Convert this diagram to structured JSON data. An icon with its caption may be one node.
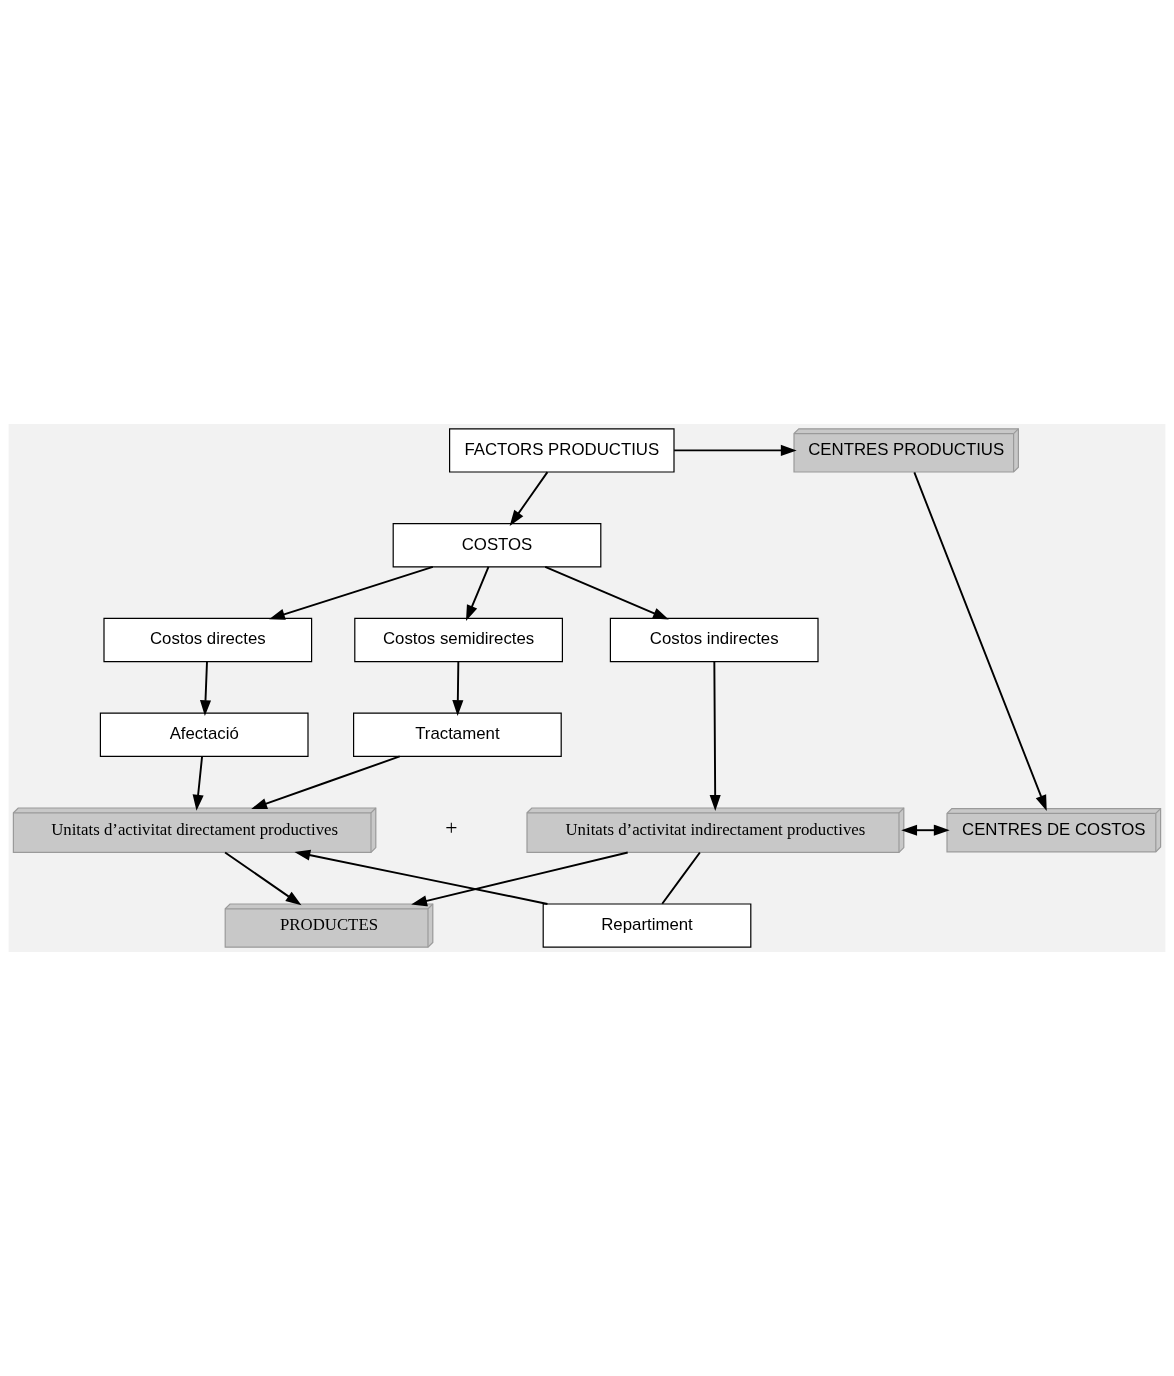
{
  "diagram": {
    "nodes": [
      {
        "text": [
          "FACTORS PRODUCTIUS"
        ]
      },
      {
        "text": [
          "CENTRES PRODUCTIUS"
        ]
      },
      {
        "text": [
          "COSTOS"
        ]
      },
      {
        "text": [
          "Costos directes"
        ]
      },
      {
        "text": [
          "Costos semidirectes"
        ]
      },
      {
        "text": [
          "Costos indirectes"
        ]
      },
      {
        "text": [
          "Afectació"
        ]
      },
      {
        "text": [
          "Tractament"
        ]
      },
      {
        "text": [
          "Unitats d’activitat directament productives"
        ]
      },
      {
        "text": [
          "Unitats d’activitat indirectament productives"
        ]
      },
      {
        "text": [
          "CENTRES DE COSTOS"
        ]
      },
      {
        "text": [
          "Repartiment"
        ]
      },
      {
        "text": [
          "PRODUCTES"
        ]
      }
    ],
    "edges": [
      {
        "from": 0,
        "to": 1,
        "arrow": "to"
      },
      {
        "from": 0,
        "to": 2,
        "arrow": "to"
      },
      {
        "from": 1,
        "to": 10,
        "arrow": "to"
      },
      {
        "from": 2,
        "to": 3,
        "arrow": "to"
      },
      {
        "from": 2,
        "to": 4,
        "arrow": "to"
      },
      {
        "from": 2,
        "to": 5,
        "arrow": "to"
      },
      {
        "from": 3,
        "to": 6,
        "arrow": "to"
      },
      {
        "from": 4,
        "to": 7,
        "arrow": "to"
      },
      {
        "from": 6,
        "to": 8,
        "arrow": "to"
      },
      {
        "from": 7,
        "to": 8,
        "arrow": "to"
      },
      {
        "from": 5,
        "to": 9,
        "arrow": "to"
      },
      {
        "from": 9,
        "to": 10,
        "arrow": "both"
      },
      {
        "from": 9,
        "to": 11,
        "arrow": "none"
      },
      {
        "from": 11,
        "to": 8,
        "arrow": "to"
      },
      {
        "from": 9,
        "to": 12,
        "arrow": "to"
      },
      {
        "from": 8,
        "to": 12,
        "arrow": "to"
      }
    ],
    "labels": [
      "+"
    ]
  }
}
